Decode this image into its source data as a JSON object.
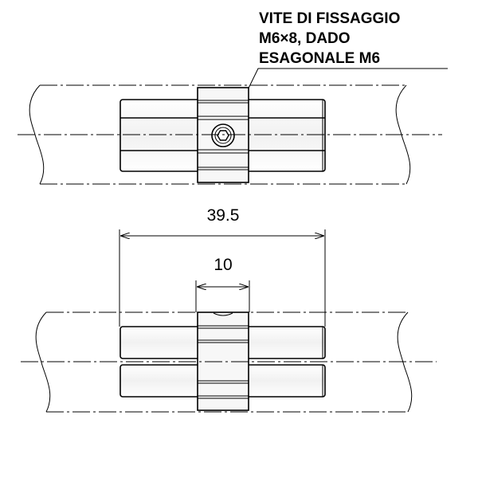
{
  "callout": {
    "line1": "VITE DI FISSAGGIO",
    "line2": "M6×8, DADO",
    "line3": "ESAGONALE M6"
  },
  "dimensions": {
    "overall": "39.5",
    "collar": "10"
  }
}
